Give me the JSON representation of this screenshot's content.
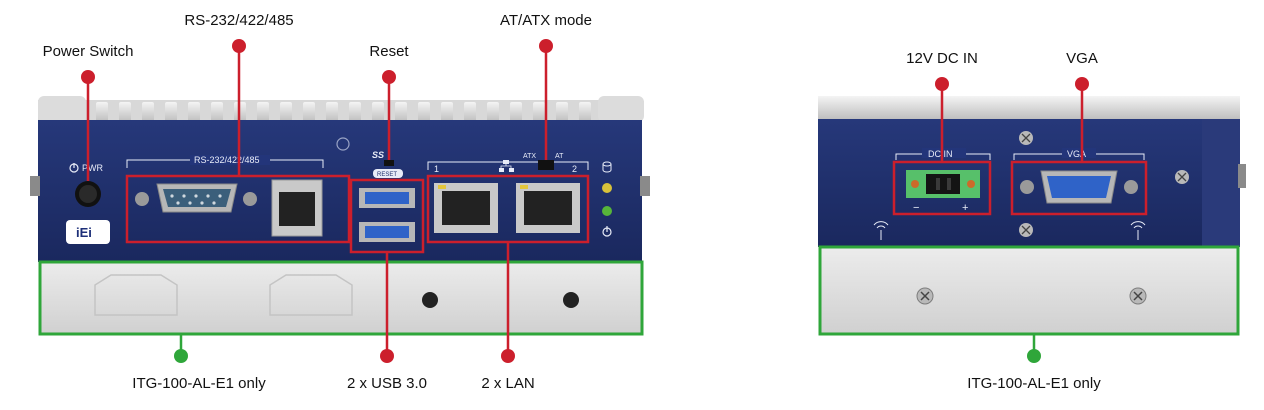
{
  "front_view": {
    "callouts": {
      "power_switch": "Power Switch",
      "serial_port": "RS-232/422/485",
      "reset": "Reset",
      "at_atx_mode": "AT/ATX mode",
      "usb": "2 x USB 3.0",
      "lan": "2 x LAN",
      "variant_note": "ITG-100-AL-E1 only"
    },
    "panel_labels": {
      "power": "PWR",
      "serial": "RS-232/422/485",
      "usb_logo": "SS",
      "reset": "RESET",
      "lan_port_1": "1",
      "lan_port_2": "2",
      "atx": "ATX",
      "at": "AT",
      "brand_logo": "iEi"
    }
  },
  "rear_view": {
    "callouts": {
      "dc_in": "12V DC IN",
      "vga": "VGA",
      "variant_note": "ITG-100-AL-E1 only"
    },
    "panel_labels": {
      "dc_in": "DC IN",
      "vga": "VGA",
      "minus": "−",
      "plus": "+"
    }
  },
  "colors": {
    "callout_red": "#cc1f2c",
    "callout_green": "#2fa63a",
    "panel_blue": "#1f2f6b",
    "heatsink_grey": "#d9d9d9",
    "chassis_grey": "#e6e6e6"
  }
}
